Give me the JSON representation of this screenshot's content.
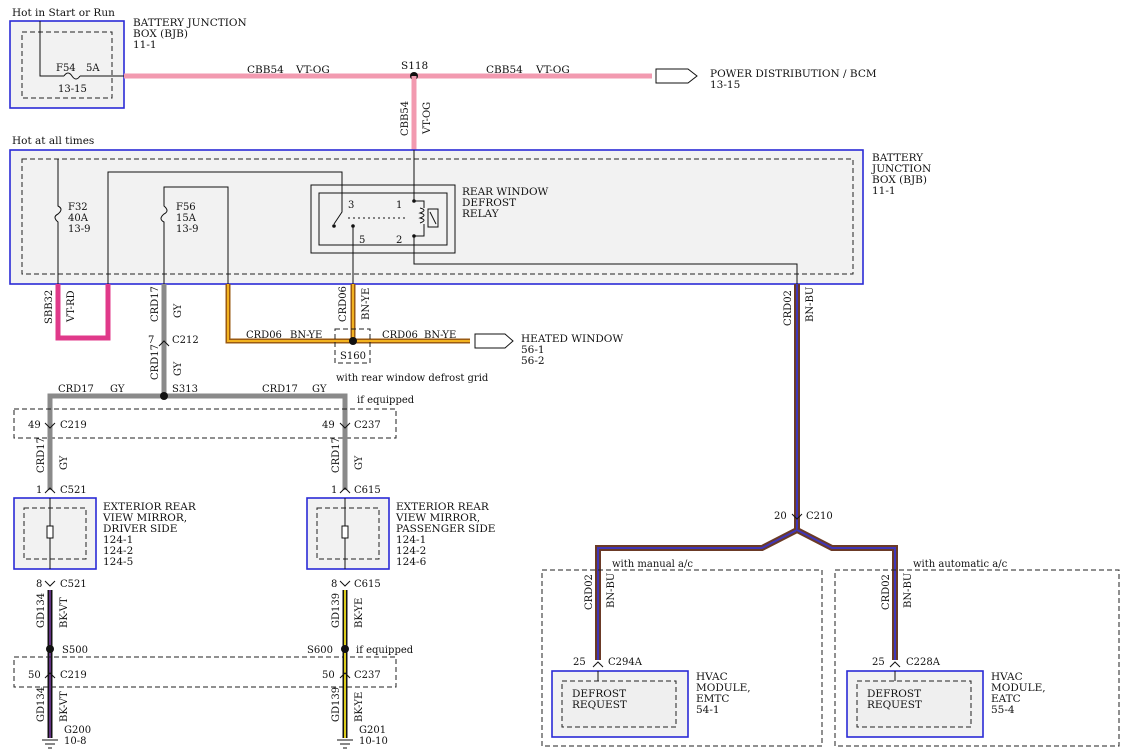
{
  "top": {
    "hot_start_run": "Hot in Start or Run",
    "bjb_title": [
      "BATTERY JUNCTION",
      "BOX (BJB)",
      "11-1"
    ],
    "f54": "F54",
    "f54_amp": "5A",
    "f54_ref": "13-15",
    "wire_left": "CBB54",
    "wire_left_color": "VT-OG",
    "splice_s118": "S118",
    "wire_right": "CBB54",
    "wire_right_color": "VT-OG",
    "pd_bcm": [
      "POWER DISTRIBUTION / BCM",
      "13-15"
    ],
    "vert_wire": "CBB54",
    "vert_wire_color": "VT-OG"
  },
  "bjb": {
    "hot_all_times": "Hot at all times",
    "title": [
      "BATTERY",
      "JUNCTION",
      "BOX (BJB)",
      "11-1"
    ],
    "f32": [
      "F32",
      "40A",
      "13-9"
    ],
    "f56": [
      "F56",
      "15A",
      "13-9"
    ],
    "relay": [
      "REAR WINDOW",
      "DEFROST",
      "RELAY"
    ],
    "pins": [
      "3",
      "1",
      "5",
      "2"
    ]
  },
  "wires": {
    "sbb32": "SBB32",
    "sbb32_color": "VT-RD",
    "crd17": "CRD17",
    "gy": "GY",
    "crd06": "CRD06",
    "bnye": "BN-YE",
    "crd02": "CRD02",
    "bnbu": "BN-BU",
    "c212_pin": "7",
    "c212": "C212",
    "crd06_h1": "CRD06",
    "crd06_h1_color": "BN-YE",
    "crd06_h2": "CRD06",
    "crd06_h2_color": "BN-YE",
    "s160": "S160",
    "s160_note": "with rear window defrost grid",
    "heated_window": [
      "HEATED WINDOW",
      "56-1",
      "56-2"
    ],
    "s313": "S313",
    "crd17_h1": "CRD17",
    "crd17_h1_color": "GY",
    "crd17_h2": "CRD17",
    "crd17_h2_color": "GY",
    "if_equipped": "if equipped"
  },
  "left_branch": {
    "c219_pin": "49",
    "c219": "C219",
    "c521_top_pin": "1",
    "c521_top": "C521",
    "mirror": [
      "EXTERIOR REAR",
      "VIEW MIRROR,",
      "DRIVER SIDE",
      "124-1",
      "124-2",
      "124-5"
    ],
    "c521_bot_pin": "8",
    "c521_bot": "C521",
    "gd134": "GD134",
    "gd134_color": "BK-VT",
    "s500": "S500",
    "c219b_pin": "50",
    "c219b": "C219",
    "g200": [
      "G200",
      "10-8"
    ]
  },
  "right_branch": {
    "c237_pin": "49",
    "c237": "C237",
    "c615_top_pin": "1",
    "c615_top": "C615",
    "mirror": [
      "EXTERIOR REAR",
      "VIEW MIRROR,",
      "PASSENGER SIDE",
      "124-1",
      "124-2",
      "124-6"
    ],
    "c615_bot_pin": "8",
    "c615_bot": "C615",
    "gd139": "GD139",
    "gd139_color": "BK-YE",
    "s600": "S600",
    "if_equipped": "if equipped",
    "c237b_pin": "50",
    "c237b": "C237",
    "g201": [
      "G201",
      "10-10"
    ]
  },
  "hvac": {
    "c210_pin": "20",
    "c210": "C210",
    "manual_note": "with manual a/c",
    "auto_note": "with automatic a/c",
    "c294a_pin": "25",
    "c294a": "C294A",
    "c228a_pin": "25",
    "c228a": "C228A",
    "defrost_request": [
      "DEFROST",
      "REQUEST"
    ],
    "module_emtc": [
      "HVAC",
      "MODULE,",
      "EMTC",
      "54-1"
    ],
    "module_eatc": [
      "HVAC",
      "MODULE,",
      "EATC",
      "55-4"
    ]
  },
  "colors": {
    "vt_og": "#f29ab0",
    "vt_rd": "#e0398a",
    "gy": "#8a8a8a",
    "bn_ye_outer": "#9a5a12",
    "bn_ye_inner": "#f2b21f",
    "bn_bu_outer": "#6b3a26",
    "bn_bu_inner": "#4036b8",
    "bk": "#111111",
    "blue_box": "#2b2bd6"
  }
}
